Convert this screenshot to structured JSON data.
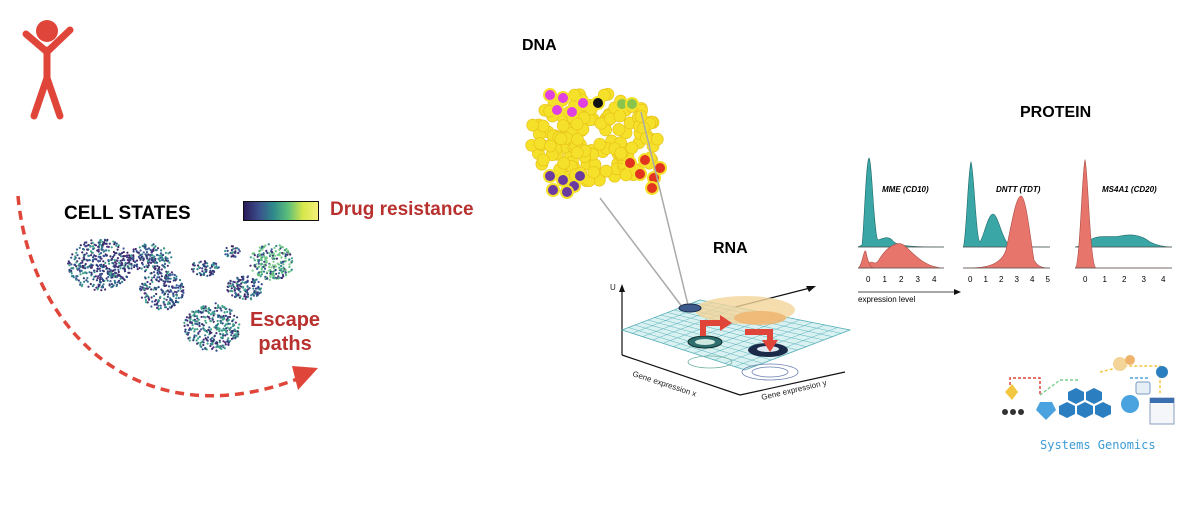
{
  "labels": {
    "dna": "DNA",
    "protein": "PROTEIN",
    "rna": "RNA",
    "cell_states": "CELL STATES",
    "drug_resistance": "Drug resistance",
    "escape_line1": "Escape",
    "escape_line2": "paths",
    "systems_genomics": "Systems Genomics"
  },
  "landscape": {
    "axis_u": "U",
    "axis_x": "Gene expression x",
    "axis_y": "Gene expression y"
  },
  "protein_panels": [
    {
      "gene": "MME (CD10)",
      "ticks": [
        "0",
        "1",
        "2",
        "3",
        "4"
      ]
    },
    {
      "gene": "DNTT (TDT)",
      "ticks": [
        "0",
        "1",
        "2",
        "3",
        "4",
        "5"
      ]
    },
    {
      "gene": "MS4A1 (CD20)",
      "ticks": [
        "0",
        "1",
        "2",
        "3",
        "4"
      ]
    }
  ],
  "protein_axis_label": "expression level",
  "colors": {
    "accent_red": "#b8312f",
    "figure_red": "#e0453a",
    "teal": "#3aa6a6",
    "salmon": "#e8756b",
    "dna_yellow": "#f5e12a",
    "cell_purple": "#3b2a6b",
    "cell_green": "#7fcf8f"
  }
}
